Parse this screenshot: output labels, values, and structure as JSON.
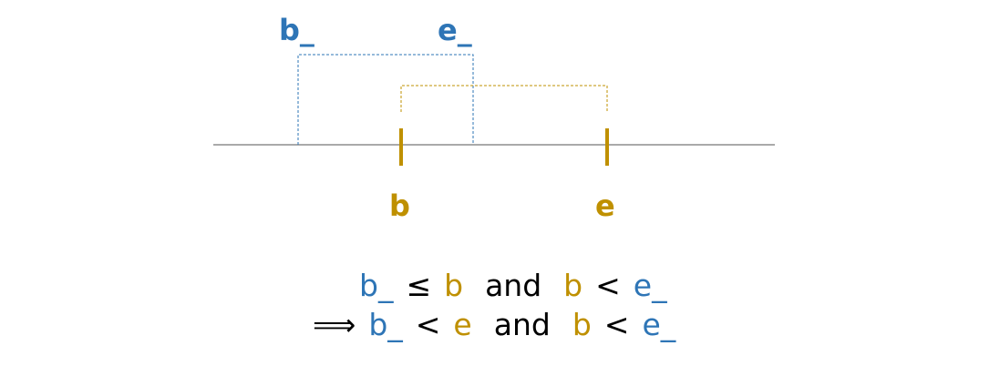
{
  "colors": {
    "interval_outer": "#2e75b6",
    "interval_inner": "#bf9000",
    "axis": "#555555",
    "text": "#000000"
  },
  "labels": {
    "outer_begin": "b_",
    "outer_end": "e_",
    "inner_begin": "b",
    "inner_end": "e"
  },
  "formula": {
    "line1": {
      "t1": "b_",
      "op1": "≤",
      "t2": "b",
      "conj": "and",
      "t3": "b",
      "op2": "<",
      "t4": "e_"
    },
    "line2": {
      "implies": "⟹",
      "t1": "b_",
      "op1": "<",
      "t2": "e",
      "conj": "and",
      "t3": "b",
      "op2": "<",
      "t4": "e_"
    }
  }
}
